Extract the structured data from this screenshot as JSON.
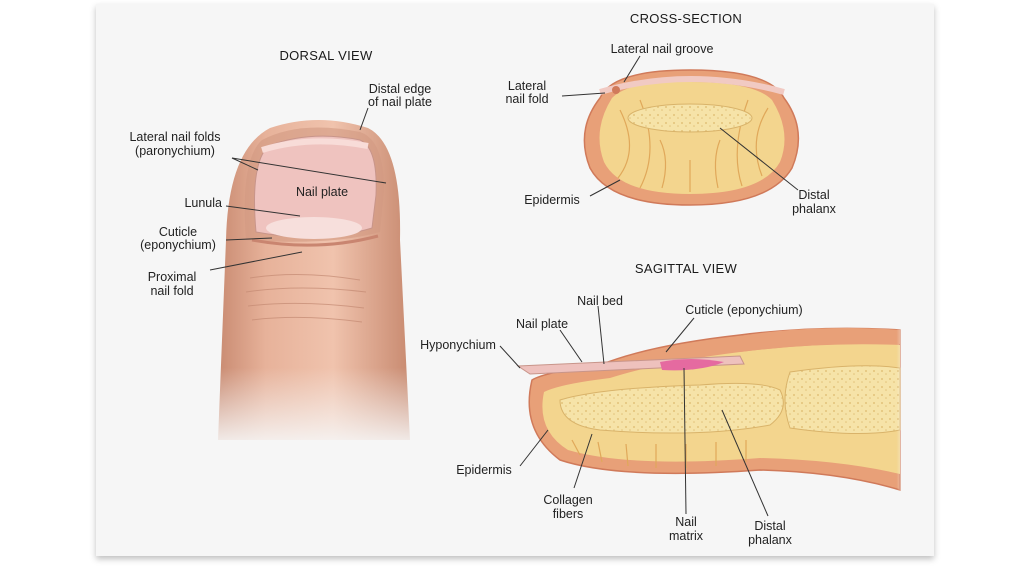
{
  "headings": {
    "dorsal": "DORSAL VIEW",
    "cross": "CROSS-SECTION",
    "sagittal": "SAGITTAL VIEW"
  },
  "dorsal_labels": {
    "distal_edge": [
      "Distal edge",
      "of nail plate"
    ],
    "lateral_folds": [
      "Lateral nail folds",
      "(paronychium)"
    ],
    "nail_plate": "Nail plate",
    "lunula": "Lunula",
    "cuticle": [
      "Cuticle",
      "(eponychium)"
    ],
    "proximal_fold": [
      "Proximal",
      "nail fold"
    ]
  },
  "cross_labels": {
    "lateral_groove": "Lateral nail groove",
    "lateral_fold": [
      "Lateral",
      "nail fold"
    ],
    "epidermis": "Epidermis",
    "distal_phalanx": [
      "Distal",
      "phalanx"
    ]
  },
  "sagittal_labels": {
    "nail_bed": "Nail bed",
    "cuticle": "Cuticle (eponychium)",
    "nail_plate": "Nail plate",
    "hyponychium": "Hyponychium",
    "epidermis": "Epidermis",
    "collagen": [
      "Collagen",
      "fibers"
    ],
    "nail_matrix": [
      "Nail",
      "matrix"
    ],
    "distal_phalanx": [
      "Distal",
      "phalanx"
    ]
  },
  "colors": {
    "skin": "#e9b49c",
    "skin_shadow": "#cf8e74",
    "nail": "#eec1bd",
    "tissue": "#e8a078",
    "fat": "#f3d58e",
    "bone": "#f6e3a8"
  }
}
